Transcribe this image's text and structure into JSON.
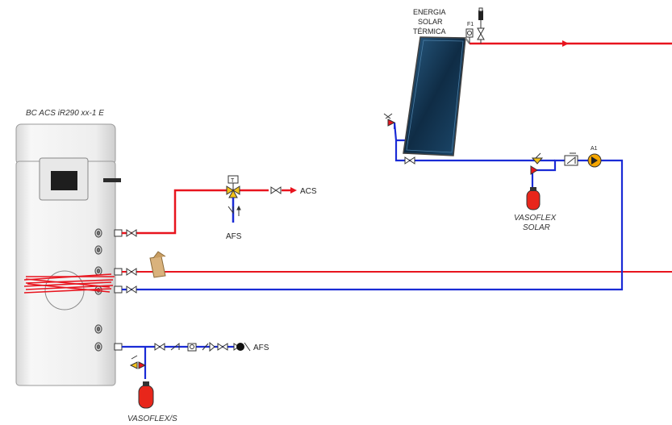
{
  "tank_label": "BC ACS iR290 xx-1 E",
  "solar_label": [
    "ENERGIA",
    "SOLAR",
    "TÉRMICA"
  ],
  "valve_tag_f1": "F1",
  "pump_tag_a1": "A1",
  "acs_label": "ACS",
  "afs_label_top": "AFS",
  "afs_label_bottom": "AFS",
  "vasoflex_solar": [
    "VASOFLEX",
    "SOLAR"
  ],
  "vasoflex_s": "VASOFLEX/S",
  "colors": {
    "hot": "#e8141e",
    "cold": "#1a2bd6",
    "vessel": "#e8261b",
    "panel": "#13304a",
    "tank_body": "#f0f0f0",
    "tank_edge": "#9a9a9a"
  }
}
